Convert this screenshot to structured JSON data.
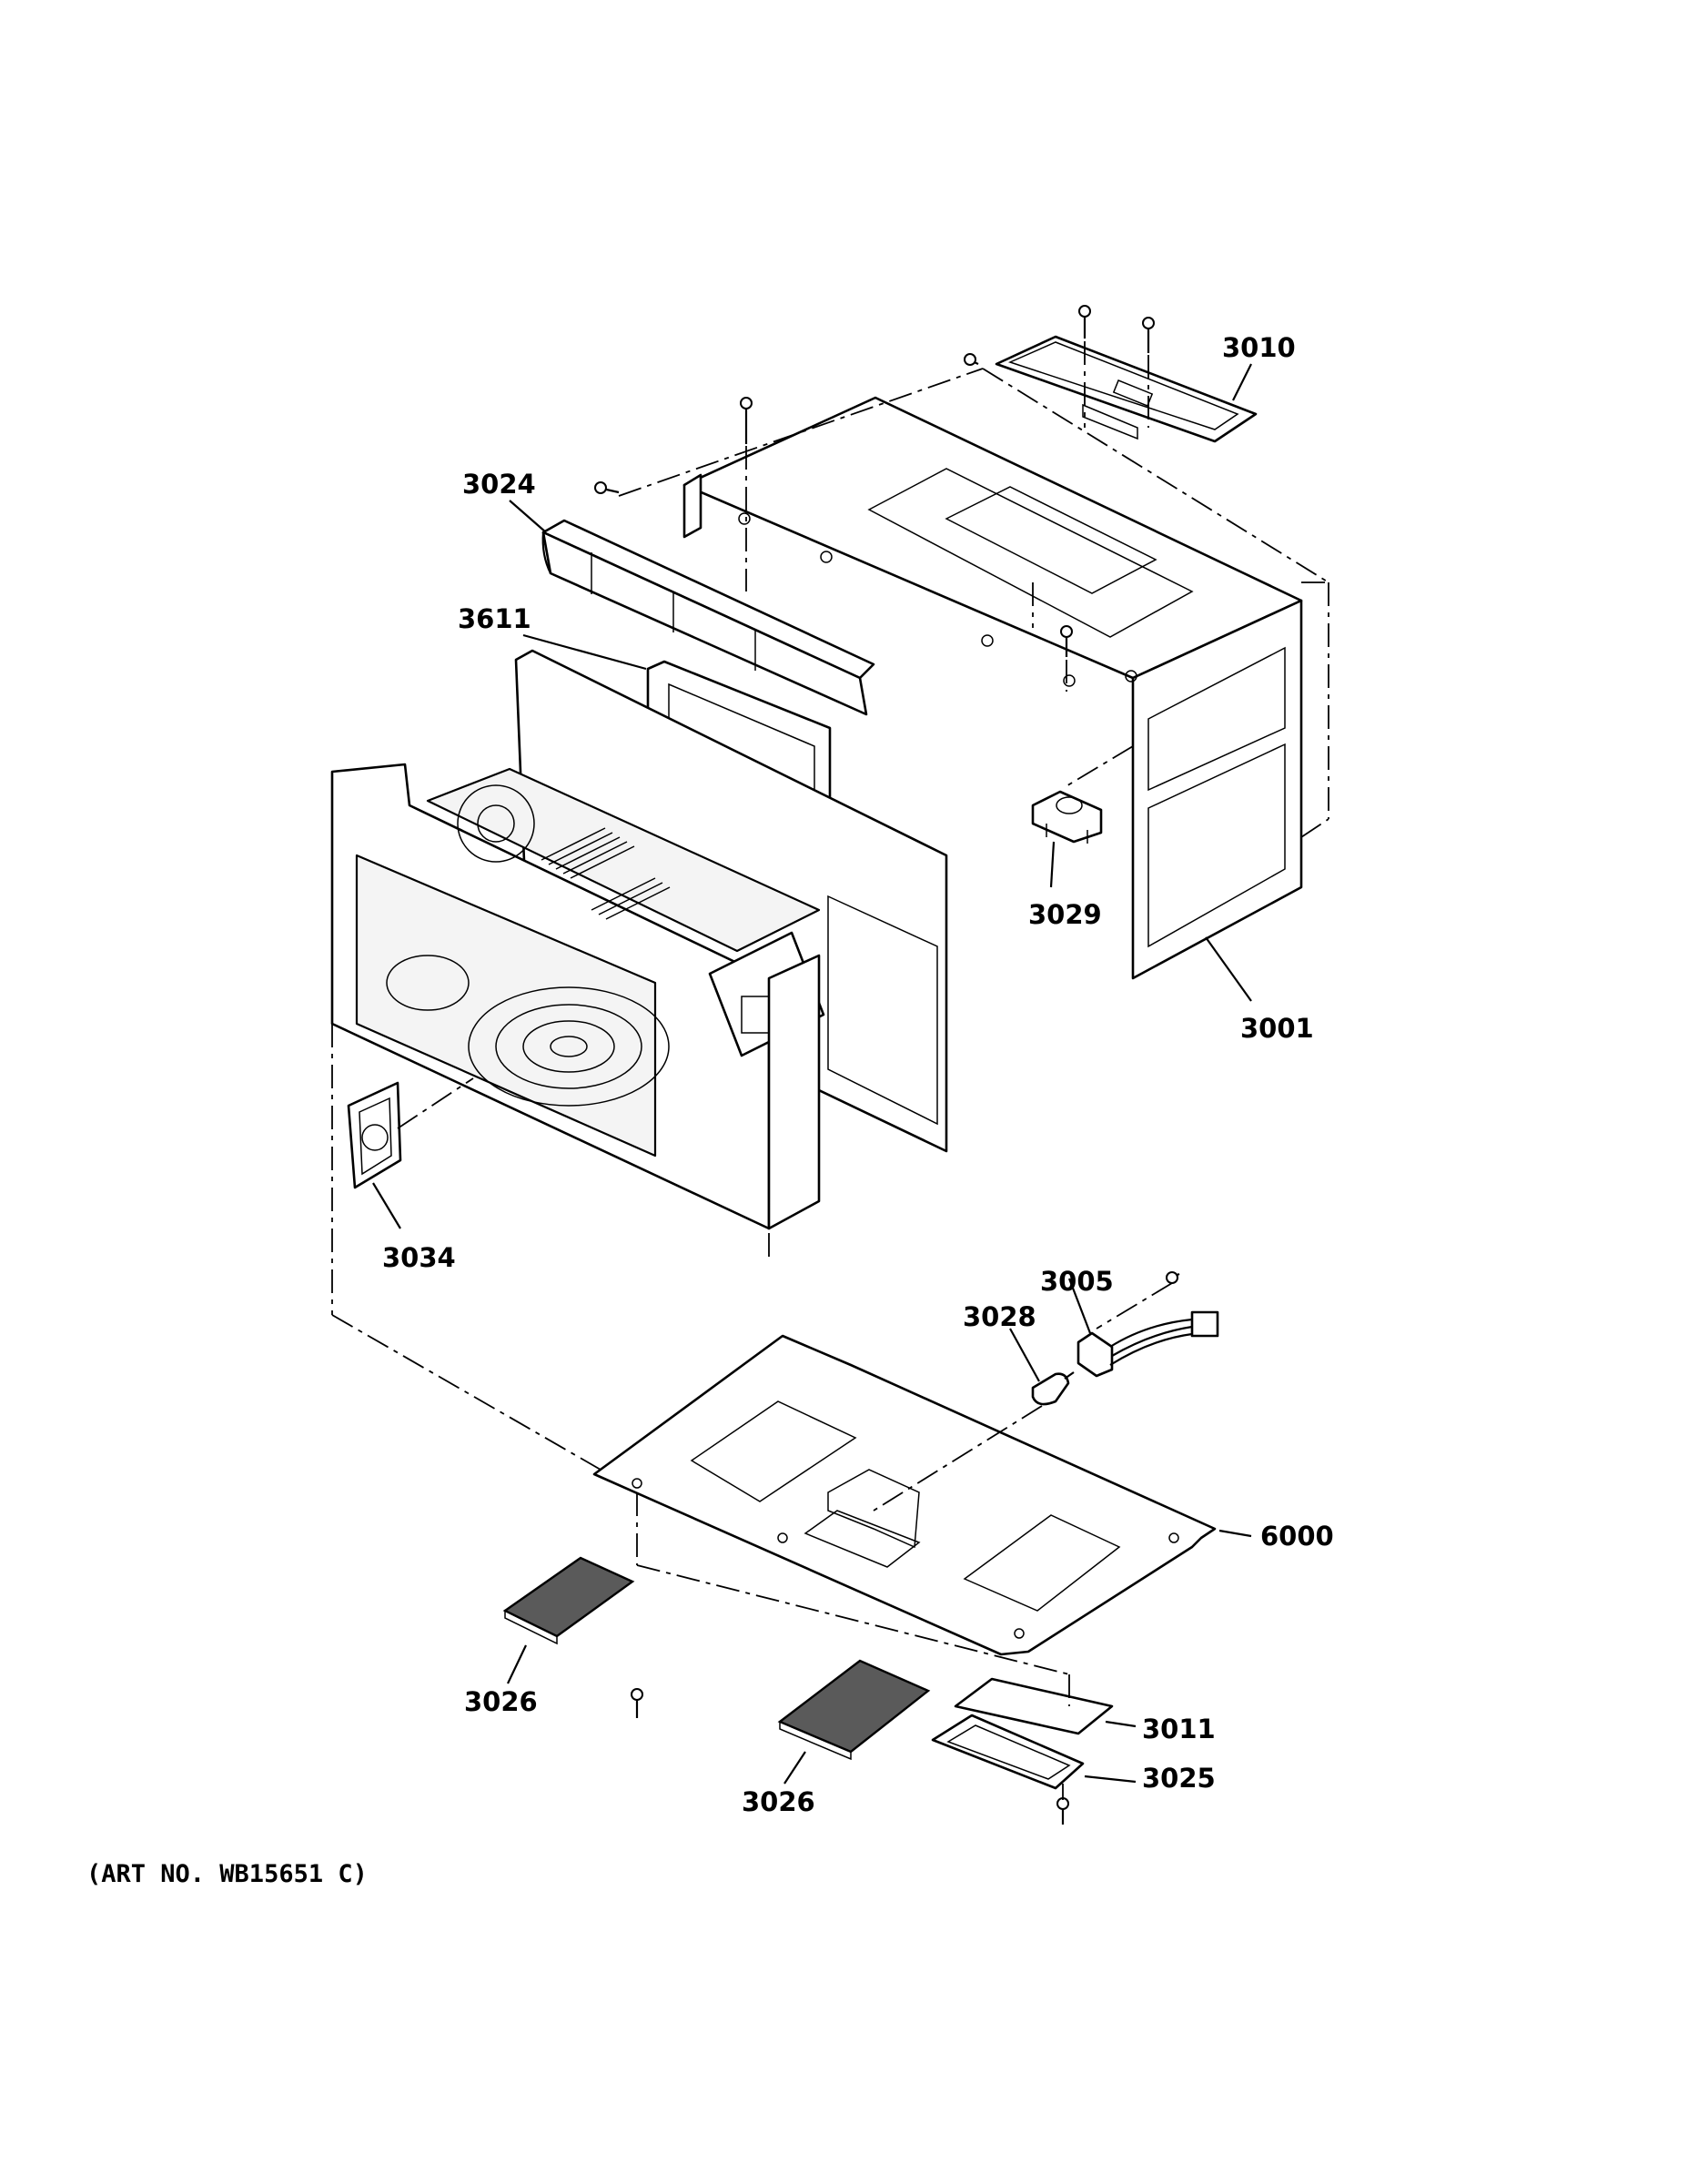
{
  "labels": {
    "p3010": "3010",
    "p3024": "3024",
    "p3611": "3611",
    "p3029": "3029",
    "p3001": "3001",
    "p3034": "3034",
    "p3005": "3005",
    "p3028": "3028",
    "p6000": "6000",
    "p3026a": "3026",
    "p3011": "3011",
    "p3025": "3025",
    "p3026b": "3026"
  },
  "art_number": "(ART NO. WB15651 C)"
}
